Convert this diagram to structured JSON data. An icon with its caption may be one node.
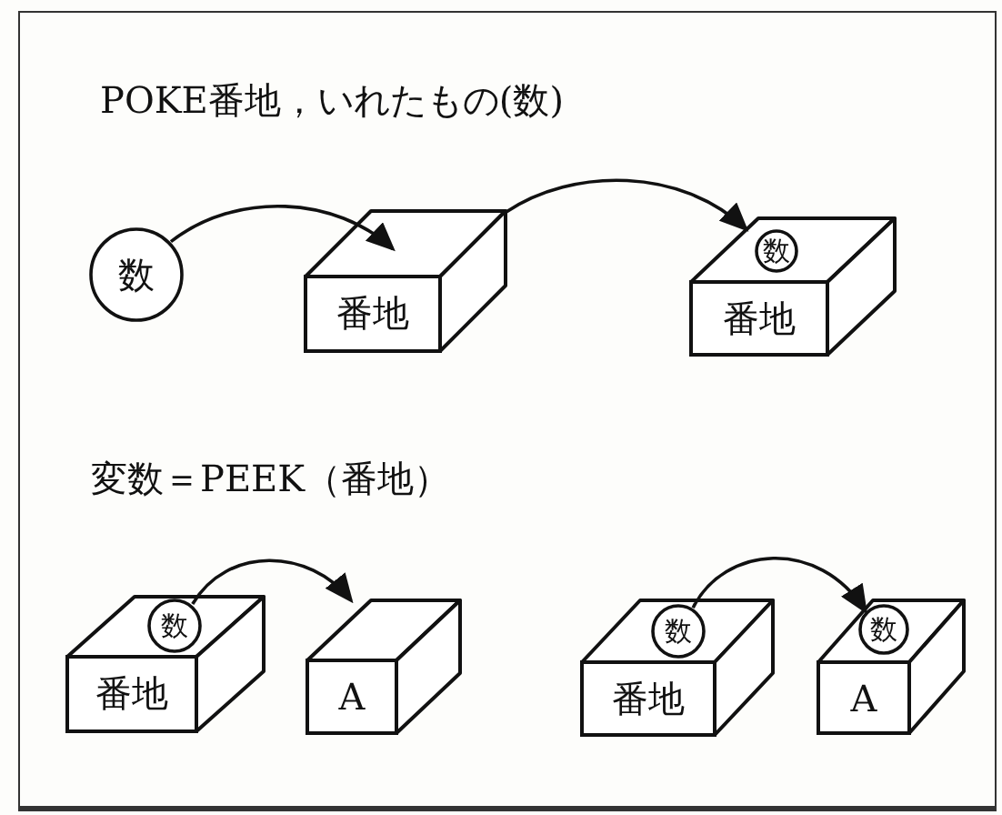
{
  "diagram": {
    "nodes": [
      {
        "text": [
          "数"
        ]
      },
      {
        "text": [
          "番地"
        ]
      },
      {
        "text": [
          "番地"
        ]
      },
      {
        "text": [
          "数"
        ],
        "in": 2
      },
      {
        "text": [
          "番地"
        ]
      },
      {
        "text": [
          "数"
        ],
        "in": 4
      },
      {
        "text": [
          "A"
        ]
      },
      {
        "text": [
          "番地"
        ]
      },
      {
        "text": [
          "数"
        ],
        "in": 7
      },
      {
        "text": [
          "A"
        ]
      },
      {
        "text": [
          "数"
        ],
        "in": 9
      }
    ],
    "edges": [
      {
        "from": 0,
        "to": 1,
        "arrow": "to"
      },
      {
        "from": 1,
        "to": 2,
        "arrow": "to"
      },
      {
        "from": 5,
        "to": 6,
        "arrow": "to"
      },
      {
        "from": 8,
        "to": 10,
        "arrow": "to"
      }
    ],
    "labels": [
      "POKE番地，いれたもの(数)",
      "変数＝PEEK（番地）"
    ]
  }
}
